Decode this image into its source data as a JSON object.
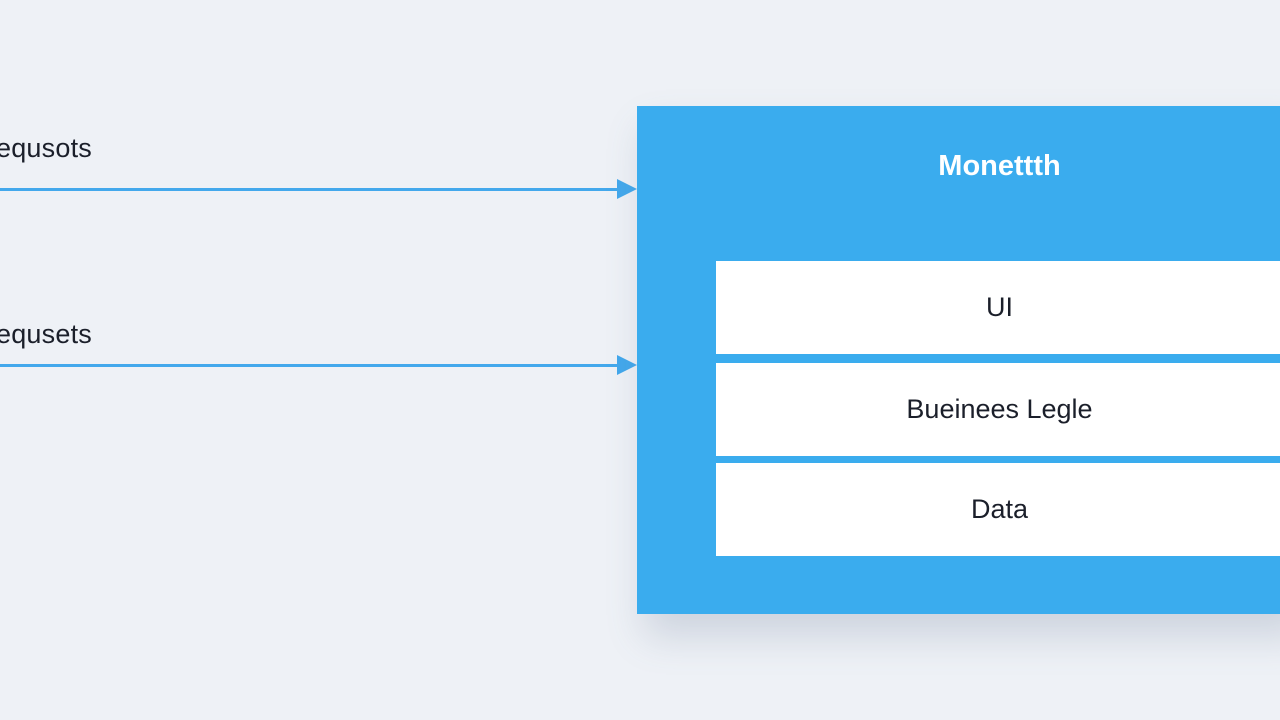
{
  "incoming": [
    {
      "label": "equsots"
    },
    {
      "label": "equsets"
    }
  ],
  "monolith": {
    "title": "Monettth",
    "layers": [
      {
        "label": "UI"
      },
      {
        "label": "Bueinees Legle"
      },
      {
        "label": "Data"
      }
    ]
  },
  "colors": {
    "accent": "#3aacee",
    "arrow": "#43a8ec",
    "background": "#eef1f6",
    "layer_fill": "#ffffff",
    "text": "#1b1f2a"
  }
}
